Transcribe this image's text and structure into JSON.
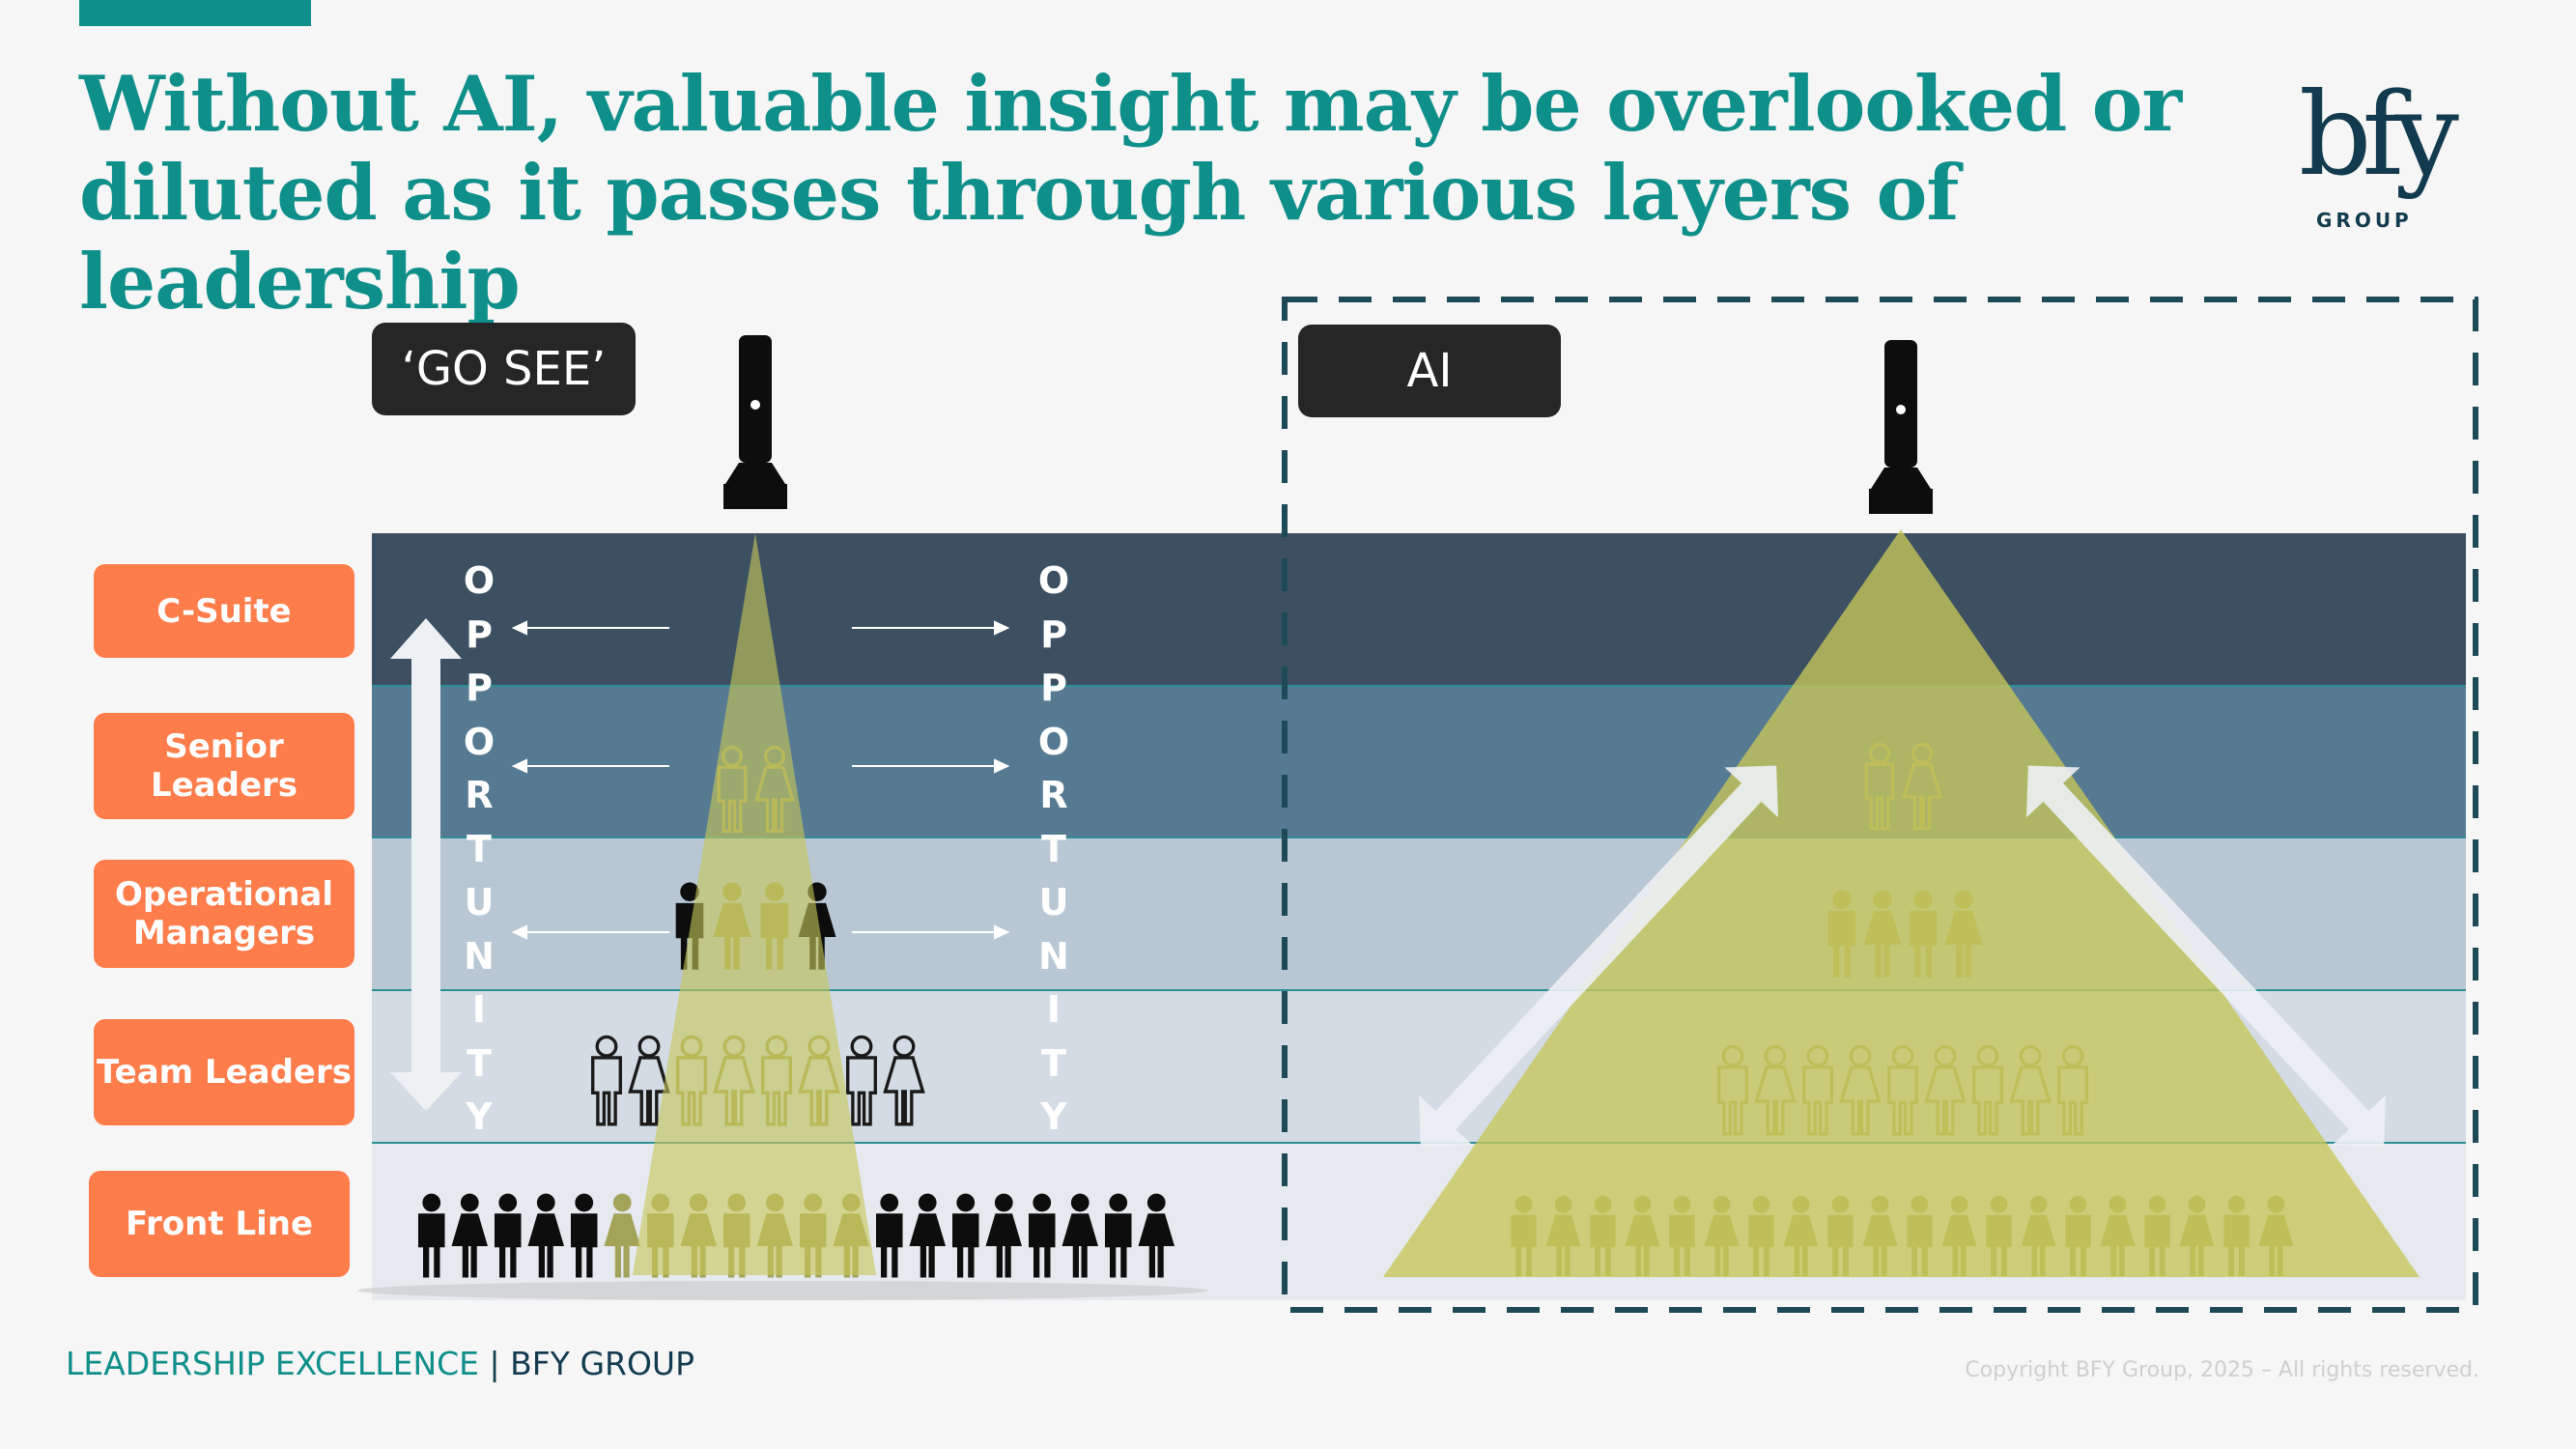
{
  "slide": {
    "title": "Without AI, valuable insight may be overlooked or diluted as it passes through various layers of leadership",
    "logo": {
      "main": "bfy",
      "sub": "GROUP"
    },
    "footer": {
      "left_program": "LEADERSHIP EXCELLENCE",
      "left_separator": "|",
      "left_brand": "BFY GROUP",
      "copyright": "Copyright BFY Group, 2025 – All rights reserved."
    }
  },
  "levels": [
    {
      "label": "C-Suite"
    },
    {
      "label": "Senior Leaders"
    },
    {
      "label": "Operational Managers"
    },
    {
      "label": "Team Leaders"
    },
    {
      "label": "Front Line"
    }
  ],
  "left_panel": {
    "tag": "‘GO SEE’",
    "side_word_left": "OPPORTUNITY",
    "side_word_right": "OPPORTUNITY",
    "headcounts": [
      0,
      2,
      4,
      8,
      20
    ]
  },
  "right_panel": {
    "tag": "AI",
    "headcounts": [
      0,
      2,
      4,
      9,
      20
    ]
  },
  "colors": {
    "teal": "#0f8f8a",
    "level_label": "#fe7d4b",
    "band_c_suite": "#3c5062",
    "band_senior": "#567a92",
    "band_operational": "#b8c7d3",
    "band_team": "#d3dce4",
    "band_front": "#e6e9ed",
    "spotlight": "#c6c75a",
    "dashed_border": "#1e4a57"
  },
  "icons": [
    "flashlight-icon",
    "person-icon",
    "double-arrow-icon"
  ]
}
